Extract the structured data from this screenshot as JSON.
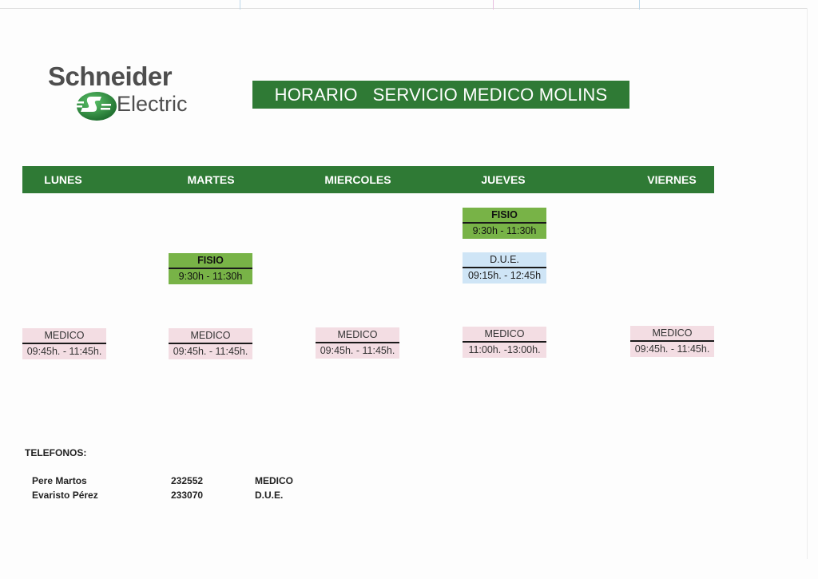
{
  "logo": {
    "brand_top": "Schneider",
    "brand_bottom": "Electric",
    "mark_icon": "schneider-electric-logo-icon",
    "mark_color": "#2b8a3e"
  },
  "title": "HORARIO   SERVICIO MEDICO MOLINS",
  "colors": {
    "header_green": "#2f7a35",
    "fisio": "#78b347",
    "due": "#cfe5f6",
    "medico": "#f3dde3"
  },
  "days": [
    {
      "label": "LUNES"
    },
    {
      "label": "MARTES"
    },
    {
      "label": "MIERCOLES"
    },
    {
      "label": "JUEVES"
    },
    {
      "label": "VIERNES"
    }
  ],
  "schedule": {
    "fisio_jueves": {
      "service": "FISIO",
      "time": "9:30h - 11:30h",
      "day": "JUEVES"
    },
    "fisio_martes": {
      "service": "FISIO",
      "time": "9:30h - 11:30h",
      "day": "MARTES"
    },
    "due_jueves": {
      "service": "D.U.E.",
      "time": "09:15h. - 12:45h",
      "day": "JUEVES"
    },
    "medico": [
      {
        "service": "MEDICO",
        "time": "09:45h. - 11:45h.",
        "day": "LUNES"
      },
      {
        "service": "MEDICO",
        "time": "09:45h. - 11:45h.",
        "day": "MARTES"
      },
      {
        "service": "MEDICO",
        "time": "09:45h. - 11:45h.",
        "day": "MIERCOLES"
      },
      {
        "service": "MEDICO",
        "time": "11:00h. -13:00h.",
        "day": "JUEVES"
      },
      {
        "service": "MEDICO",
        "time": "09:45h. - 11:45h.",
        "day": "VIERNES"
      }
    ]
  },
  "phones": {
    "heading": "TELEFONOS:",
    "rows": [
      {
        "name": "Pere Martos",
        "number": "232552",
        "role": "MEDICO"
      },
      {
        "name": "Evaristo Pérez",
        "number": "233070",
        "role": "D.U.E."
      }
    ]
  }
}
